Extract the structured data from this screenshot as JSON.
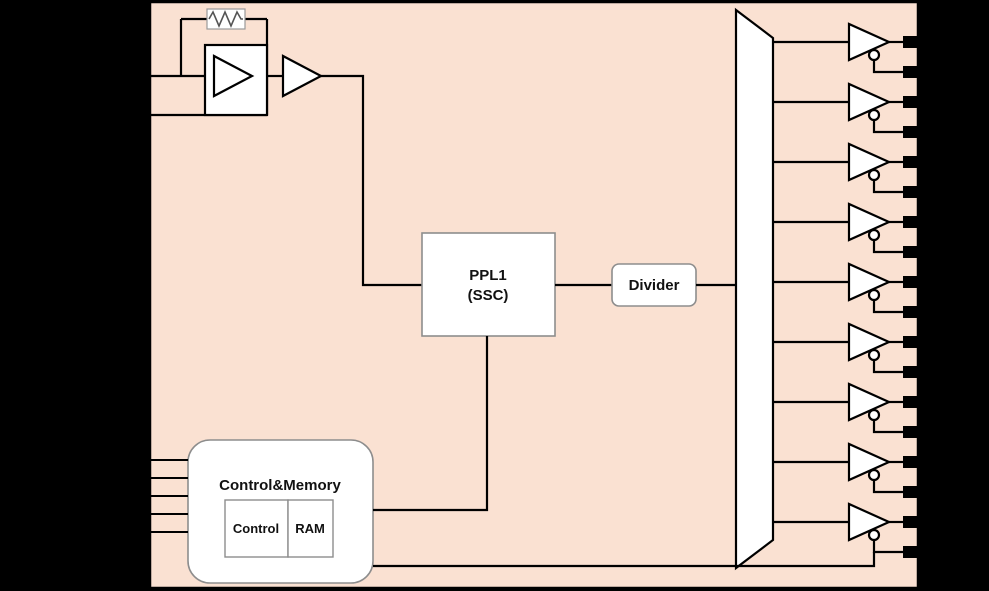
{
  "colors": {
    "background": "#000000",
    "chip_fill": "#FAE1D2",
    "block_fill": "#FFFFFF",
    "block_border_gray": "#8D8D8D",
    "line_color": "#000000"
  },
  "blocks": {
    "pll": {
      "label_line1": "PPL1",
      "label_line2": "(SSC)"
    },
    "divider": {
      "label": "Divider"
    },
    "control_memory": {
      "title": "Control&Memory",
      "control_label": "Control",
      "ram_label": "RAM"
    }
  },
  "io": {
    "output_buffer_count": 9,
    "output_pad_count": 18,
    "control_input_pin_count": 5,
    "crystal_pin_count": 2
  }
}
